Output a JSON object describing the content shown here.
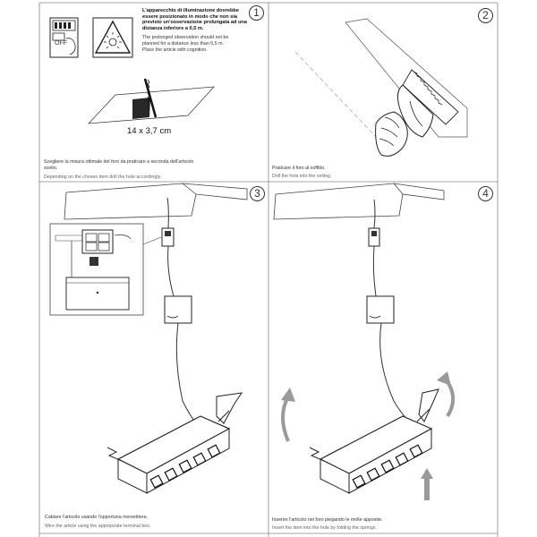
{
  "panels": [
    {
      "number": "1",
      "warning_it": [
        "L'apparecchio di illuminazione dovrebbe",
        "essere posizionato in modo che non sia",
        "previsto un'osservazione prolungata ad una",
        "distanza inferiore a 0,5 m."
      ],
      "warning_en": [
        "The prolonged observation should not be",
        "planned for a distance less than 0,5 m.",
        "Place the article with cognition."
      ],
      "switch_label": "OFF",
      "dimension": "14 x 3,7 cm",
      "caption_it": [
        "Scegliere la misura ottimale del foro da praticare a seconda dell'articolo",
        "scelto."
      ],
      "caption_en": "Depending on the chosen item drill the hole accordingly."
    },
    {
      "number": "2",
      "caption_it": "Praticare il foro al soffitto.",
      "caption_en": "Drill the hole into the ceiling."
    },
    {
      "number": "3",
      "caption_it": "Cablare l'articolo usando l'opportuna morsettiera.",
      "caption_en": "Wire the article using the appropriate terminal box."
    },
    {
      "number": "4",
      "caption_it": "Inserire l'articolo nel foro piegando le molle apposite.",
      "caption_en": "Insert the item into the hole by folding the springs."
    }
  ],
  "colors": {
    "line": "#333333",
    "frame": "#888888",
    "arrow": "#9a9a9a"
  }
}
